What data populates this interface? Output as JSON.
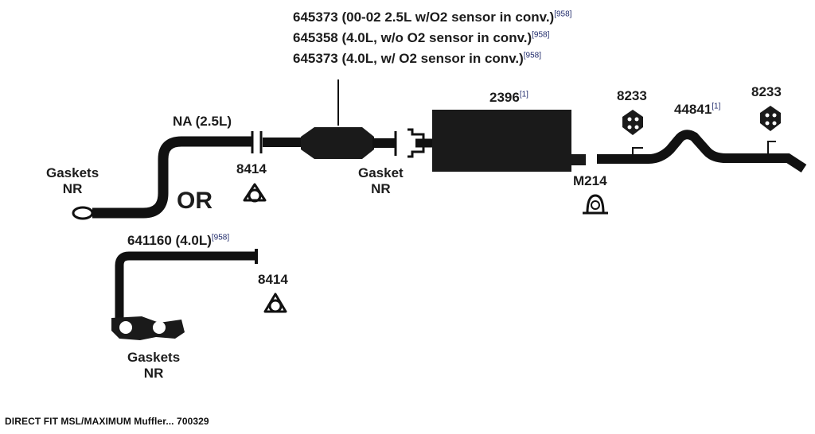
{
  "diagram": {
    "converter_labels": [
      {
        "part": "645373",
        "desc": "(00-02 2.5L w/O2 sensor in conv.)",
        "note": "[958]"
      },
      {
        "part": "645358",
        "desc": "(4.0L, w/o O2 sensor in conv.)",
        "note": "[958]"
      },
      {
        "part": "645373",
        "desc": "(4.0L, w/ O2 sensor in conv.)",
        "note": "[958]"
      }
    ],
    "na_pipe_label": "NA (2.5L)",
    "gaskets_left": {
      "line1": "Gaskets",
      "line2": "NR"
    },
    "or_label": "OR",
    "gasket_8414_top": "8414",
    "gasket_middle": {
      "line1": "Gasket",
      "line2": "NR"
    },
    "muffler": {
      "part": "2396",
      "note": "[1]"
    },
    "hanger_left": "8233",
    "hanger_right": "8233",
    "tailpipe": {
      "part": "44841",
      "note": "[1]"
    },
    "clamp": "M214",
    "pipe_4l": {
      "part": "641160",
      "desc": "(4.0L)",
      "note": "[958]"
    },
    "gasket_8414_bottom": "8414",
    "gaskets_bottom": {
      "line1": "Gaskets",
      "line2": "NR"
    }
  },
  "caption": "DIRECT FIT MSL/MAXIMUM Muffler... 700329"
}
